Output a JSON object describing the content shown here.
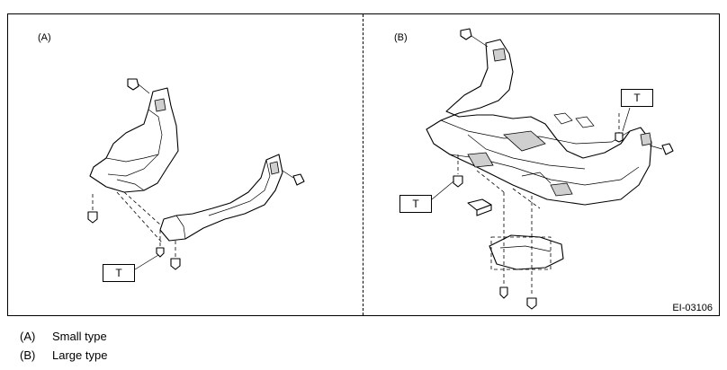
{
  "panels": {
    "a_label": "(A)",
    "b_label": "(B)"
  },
  "callouts": {
    "a_t": "T",
    "b_t_left": "T",
    "b_t_right": "T"
  },
  "figure_id": "EI-03106",
  "legend": [
    {
      "key": "(A)",
      "text": "Small type"
    },
    {
      "key": "(B)",
      "text": "Large type"
    }
  ]
}
